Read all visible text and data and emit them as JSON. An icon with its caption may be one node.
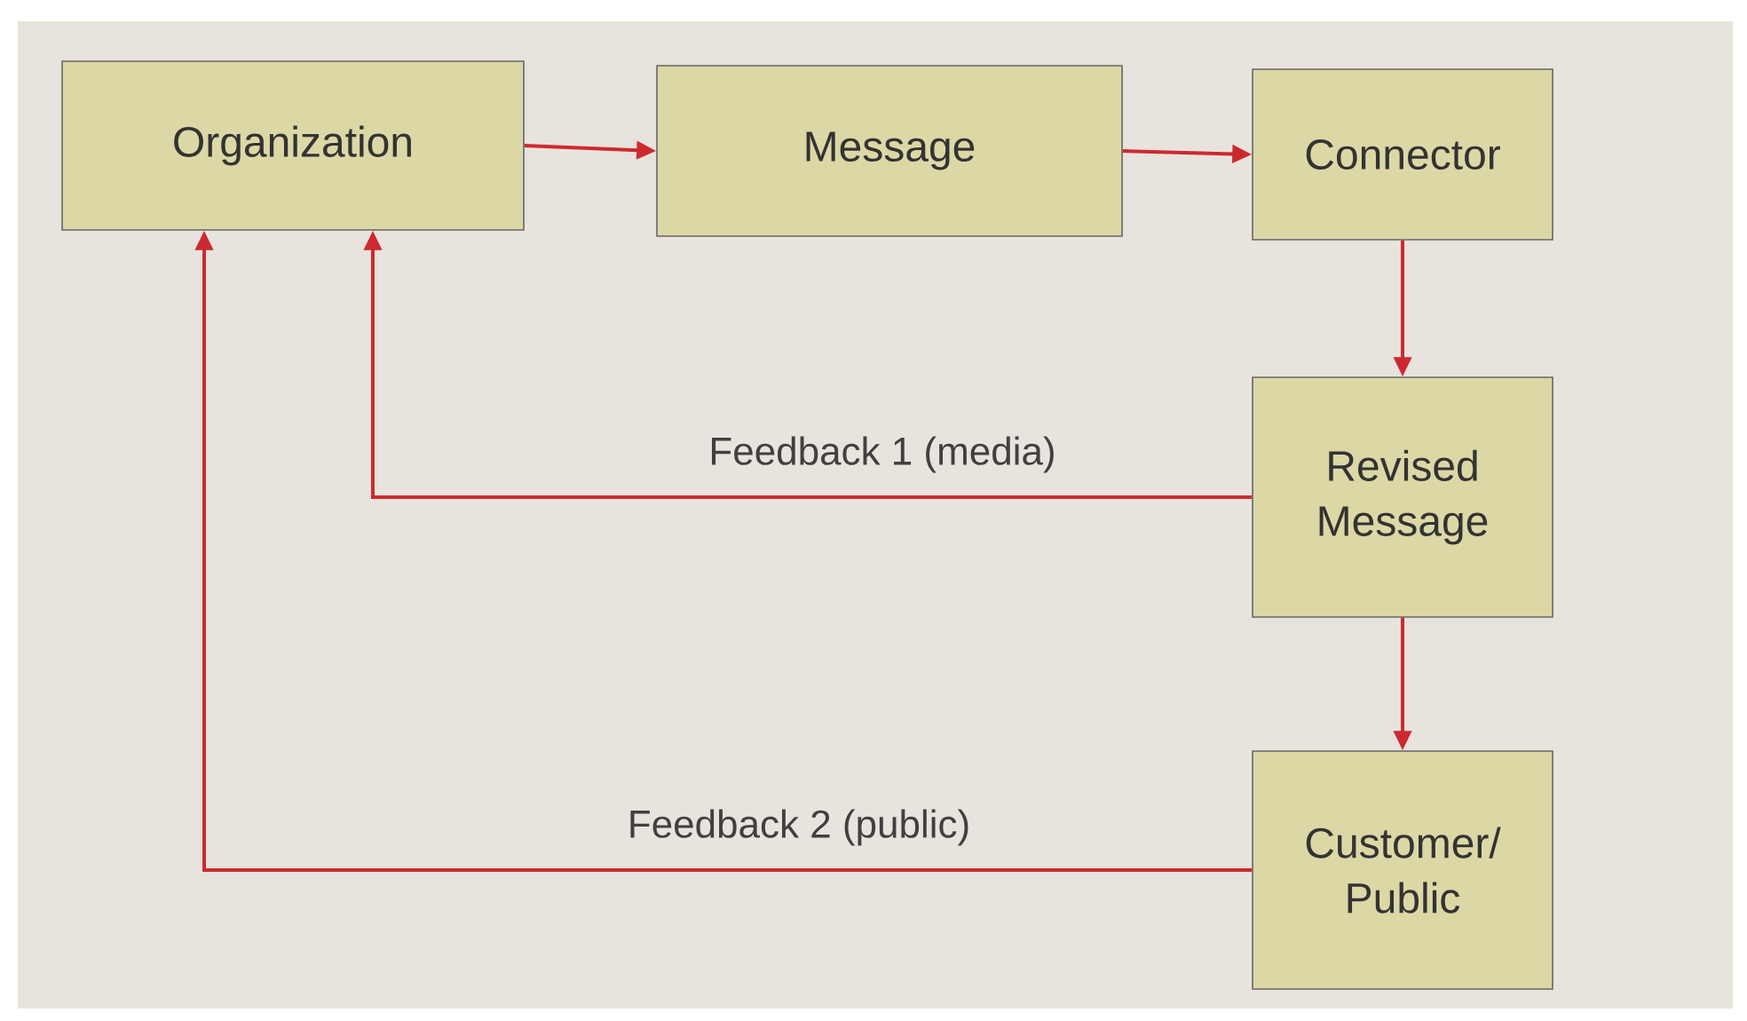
{
  "diagram": {
    "nodes": [
      {
        "text": [
          "Organization"
        ]
      },
      {
        "text": [
          "Message"
        ]
      },
      {
        "text": [
          "Connector"
        ]
      },
      {
        "text": [
          "Revised Message"
        ]
      },
      {
        "text": [
          "Customer/ Public"
        ]
      }
    ],
    "edges": [
      {
        "from": 0,
        "to": 1,
        "arrow": "to"
      },
      {
        "from": 1,
        "to": 2,
        "arrow": "to"
      },
      {
        "from": 2,
        "to": 3,
        "arrow": "to"
      },
      {
        "from": 3,
        "to": 4,
        "arrow": "to"
      },
      {
        "from": 3,
        "to": 0,
        "arrow": "to",
        "label": "Feedback 1 (media)"
      },
      {
        "from": 4,
        "to": 0,
        "arrow": "to",
        "label": "Feedback 2 (public)"
      }
    ]
  }
}
